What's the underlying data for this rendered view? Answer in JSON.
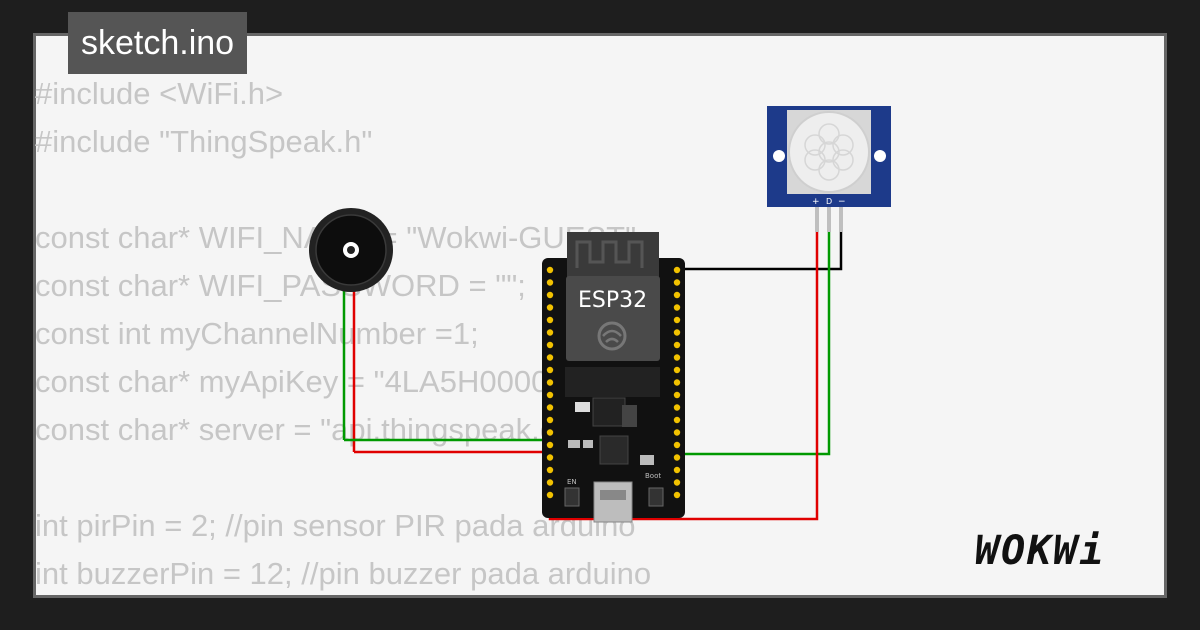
{
  "tab": {
    "filename": "sketch.ino"
  },
  "code": {
    "lines": [
      "#include <WiFi.h>",
      "#include \"ThingSpeak.h\"",
      "",
      "const char* WIFI_NAME = \"Wokwi-GUEST\";",
      "const char* WIFI_PASSWORD = \"\";",
      "const int myChannelNumber =1;",
      "const char* myApiKey = \"4LA5H00000AF9B\";",
      "const char* server = \"api.thingspeak.com\";",
      "",
      "int pirPin = 2; //pin sensor PIR pada arduino",
      "int buzzerPin = 12; //pin buzzer pada arduino"
    ]
  },
  "esp32": {
    "label": "ESP32",
    "en_label": "EN",
    "boot_label": "Boot"
  },
  "pir": {
    "pin_vcc": "+",
    "pin_data": "D",
    "pin_gnd": "−"
  },
  "logo": {
    "text": "WOKWi"
  },
  "colors": {
    "wire_red": "#e00000",
    "wire_green": "#009900",
    "wire_black": "#000000",
    "pir_blue": "#1d3a8a",
    "board_black": "#111111",
    "tab_bg": "#555555"
  }
}
